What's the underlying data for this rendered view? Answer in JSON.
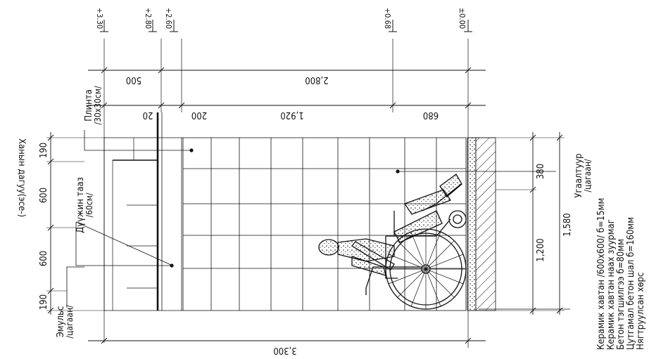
{
  "drawing": {
    "title": "Ханын дагуу(эсе-)",
    "elevations": [
      "+3.30",
      "+2.80",
      "+2.60",
      "+0.68",
      "±0.00"
    ],
    "dims_top": [
      "500",
      "2,800"
    ],
    "dims_second": [
      "20",
      "200",
      "1,920",
      "680"
    ],
    "dims_left": [
      "190",
      "600",
      "600",
      "190"
    ],
    "dims_right": [
      "380",
      "1,200",
      "1,580"
    ],
    "dim_bottom": "3,300",
    "labels": {
      "plinth_1": "Плинта",
      "plinth_2": "/30x30см/",
      "mirror_1": "Дүүжин тааз",
      "mirror_2": "/60см/",
      "emulsion_1": "Эмульс",
      "emulsion_2": "/цагаан/",
      "paint_1": "Угаалтуур",
      "paint_2": "/цагаан/"
    },
    "layers": [
      "Керамик хавтан /600x600/ б=15мм",
      "Керамик хавтан наах зуурмаг",
      "Бетон тэгшилгээ б=80мм",
      "Цутгамал бетон шал б=160мм",
      "Нягтруулсан хөрс"
    ]
  }
}
